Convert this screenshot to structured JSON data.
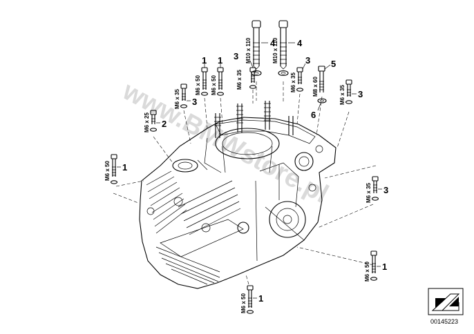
{
  "watermark": "www.BMWstore.pl",
  "reference_number": "00145223",
  "icons": [
    "bolt-icon",
    "washer-icon",
    "arrow-plate-icon"
  ],
  "parts": [
    {
      "id": "p1",
      "callout": "4",
      "size": "M10 x 110"
    },
    {
      "id": "p2",
      "callout": "4",
      "size": "M10 x 110"
    },
    {
      "id": "p3",
      "callout": "1",
      "size": "M6 x 50"
    },
    {
      "id": "p4",
      "callout": "1",
      "size": "M6 x 50"
    },
    {
      "id": "p5",
      "callout": "3",
      "size": "M6 x 35"
    },
    {
      "id": "p6",
      "callout": "3",
      "size": "M6 x 35"
    },
    {
      "id": "p7",
      "callout": "5",
      "size": "M8 x 60"
    },
    {
      "id": "p8",
      "callout": "6",
      "size": ""
    },
    {
      "id": "p9",
      "callout": "3",
      "size": "M6 x 35"
    },
    {
      "id": "p10",
      "callout": "3",
      "size": "M6 x 35"
    },
    {
      "id": "p11",
      "callout": "2",
      "size": "M6 x 25"
    },
    {
      "id": "p12",
      "callout": "1",
      "size": "M6 x 50"
    },
    {
      "id": "p13",
      "callout": "3",
      "size": "M6 x 35"
    },
    {
      "id": "p14",
      "callout": "1",
      "size": "M6 x 50"
    },
    {
      "id": "p15",
      "callout": "1",
      "size": "M6 x 50"
    }
  ]
}
